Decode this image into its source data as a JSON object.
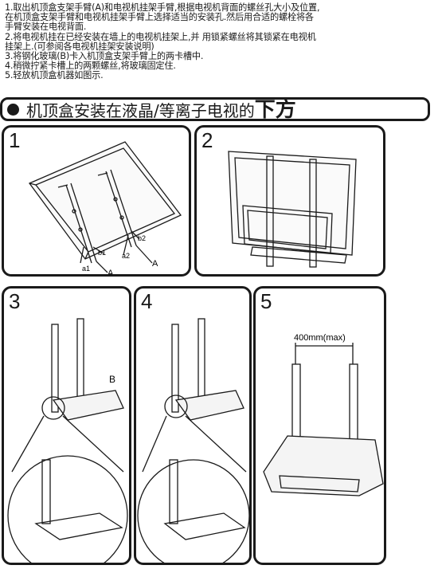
{
  "instructions": [
    "1.取出机顶盒支架手臂(A)和电视机挂架手臂,根据电视机背面的螺丝孔大小及位置,",
    "在机顶盒支架手臂和电视机挂架手臂上选择适当的安装孔.然后用合适的螺栓将各",
    "手臂安装在电视背面.",
    "2.将电视机挂在已经安装在墙上的电视机挂架上,并 用锁紧螺丝将其锁紧在电视机",
    "挂架上.(可参阅各电视机挂架安装说明)",
    "3.将钢化玻璃(B)卡入机顶盒支架手臂上的两卡槽中.",
    "4.稍微拧紧卡槽上的两颗螺丝,将玻璃固定住.",
    "5.轻放机顶盒机器如图示."
  ],
  "section": {
    "title_main": "机顶盒安装在液晶/等离子电视的",
    "title_emphasis": "下方"
  },
  "panels": {
    "p1": {
      "number": "1",
      "labels": {
        "b1": "b1",
        "b2": "b2",
        "a1": "a1",
        "a2": "a2",
        "A_left": "A",
        "A_right": "A"
      }
    },
    "p2": {
      "number": "2"
    },
    "p3": {
      "number": "3",
      "label_b": "B"
    },
    "p4": {
      "number": "4"
    },
    "p5": {
      "number": "5",
      "dimension": "400mm(max)"
    }
  }
}
